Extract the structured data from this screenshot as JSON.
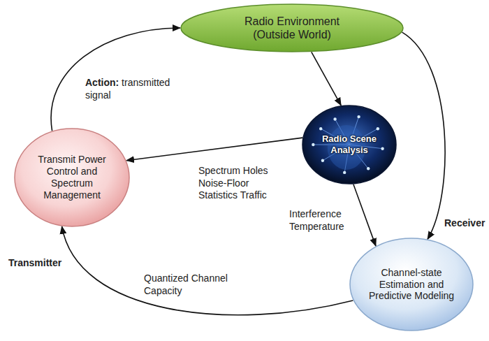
{
  "diagram": {
    "nodes": [
      {
        "text": [
          "Radio Environment (Outside World)"
        ]
      },
      {
        "text": [
          "Radio Scene Analysis"
        ]
      },
      {
        "text": [
          "Transmit Power Control and Spectrum Management"
        ]
      },
      {
        "text": [
          "Channel-state Estimation and Predictive Modeling"
        ]
      }
    ],
    "edges": [
      {
        "from": 0,
        "to": 1,
        "arrow": "to"
      },
      {
        "from": 1,
        "to": 2,
        "label": "Spectrum Holes Noise-Floor Statistics Traffic",
        "arrow": "to"
      },
      {
        "from": 1,
        "to": 3,
        "label": "Interference Temperature",
        "arrow": "to"
      },
      {
        "from": 0,
        "to": 3,
        "label": "Receiver",
        "arrow": "to"
      },
      {
        "from": 3,
        "to": 2,
        "label": "Quantized Channel Capacity",
        "arrow": "to"
      },
      {
        "from": 2,
        "to": 0,
        "label": "Action: transmitted signal",
        "arrow": "to"
      }
    ],
    "labels": [
      "Transmitter"
    ]
  }
}
